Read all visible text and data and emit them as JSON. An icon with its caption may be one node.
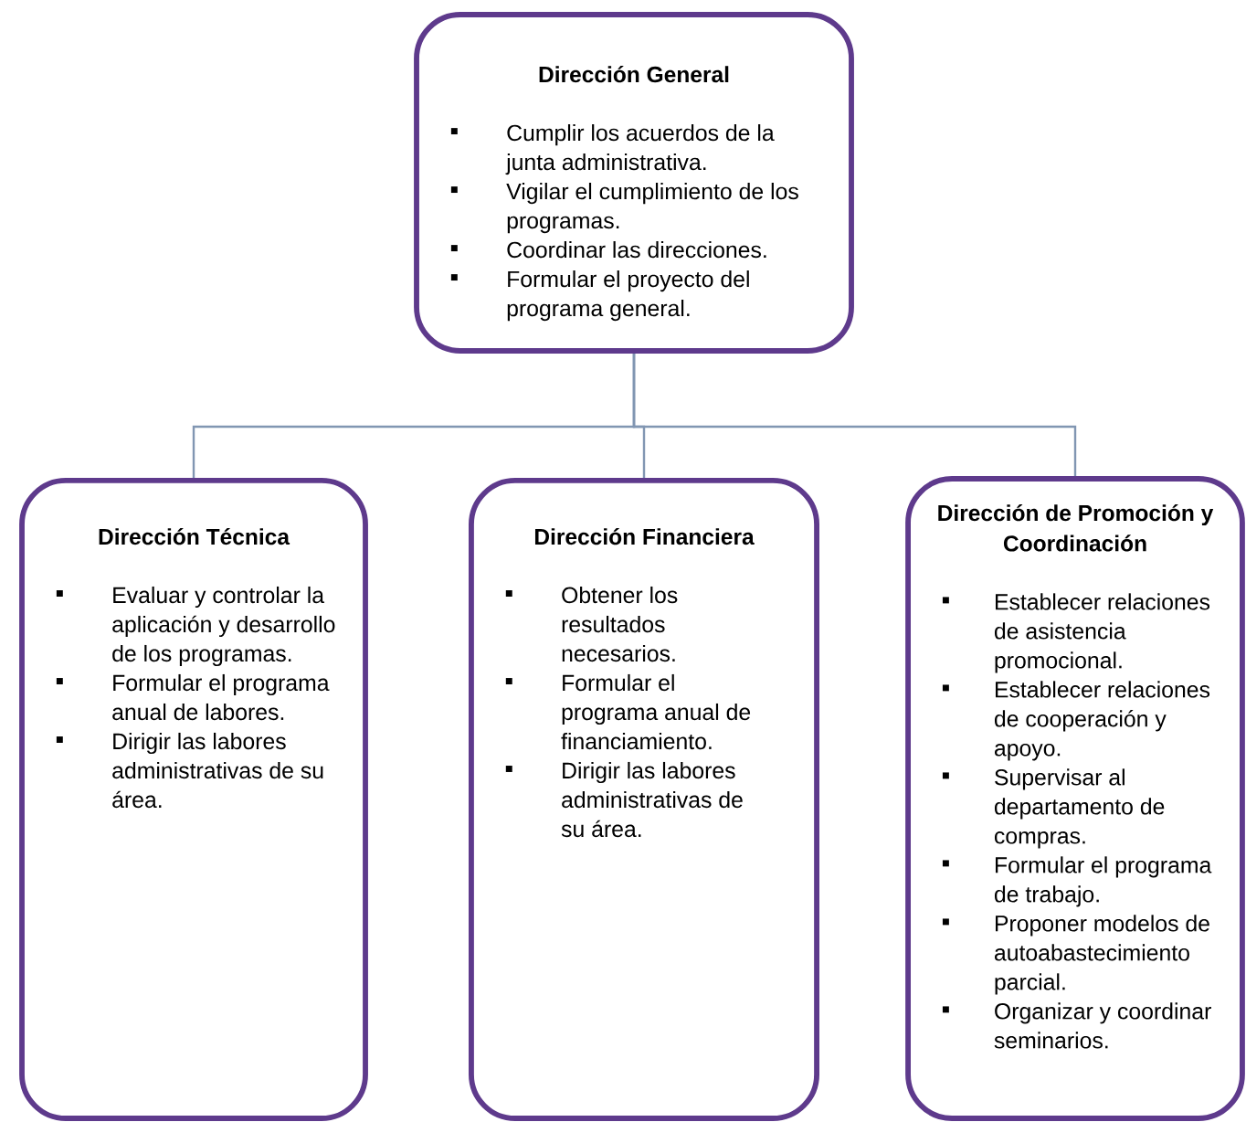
{
  "diagram": {
    "nodes": [
      {
        "text": [
          "Dirección General",
          "Cumplir los acuerdos de la junta administrativa.",
          "Vigilar el cumplimiento de los programas.",
          "Coordinar las direcciones.",
          "Formular el proyecto del programa general."
        ]
      },
      {
        "text": [
          "Dirección Técnica",
          "Evaluar y controlar la aplicación y desarrollo de los programas.",
          "Formular el programa anual de labores.",
          "Dirigir las labores administrativas de su área."
        ]
      },
      {
        "text": [
          "Dirección Financiera",
          "Obtener los resultados necesarios.",
          "Formular el programa anual de financiamiento.",
          "Dirigir las labores administrativas de su área."
        ]
      },
      {
        "text": [
          "Dirección de Promoción y Coordinación",
          "Establecer relaciones de asistencia promocional.",
          "Establecer relaciones de cooperación y apoyo.",
          "Supervisar al departamento de compras.",
          "Formular el programa de trabajo.",
          "Proponer modelos de autoabastecimiento parcial.",
          "Organizar y coordinar seminarios."
        ]
      }
    ],
    "edges": [
      {
        "from": 0,
        "to": 1,
        "arrow": "none"
      },
      {
        "from": 0,
        "to": 2,
        "arrow": "none"
      },
      {
        "from": 0,
        "to": 3,
        "arrow": "none"
      }
    ]
  }
}
